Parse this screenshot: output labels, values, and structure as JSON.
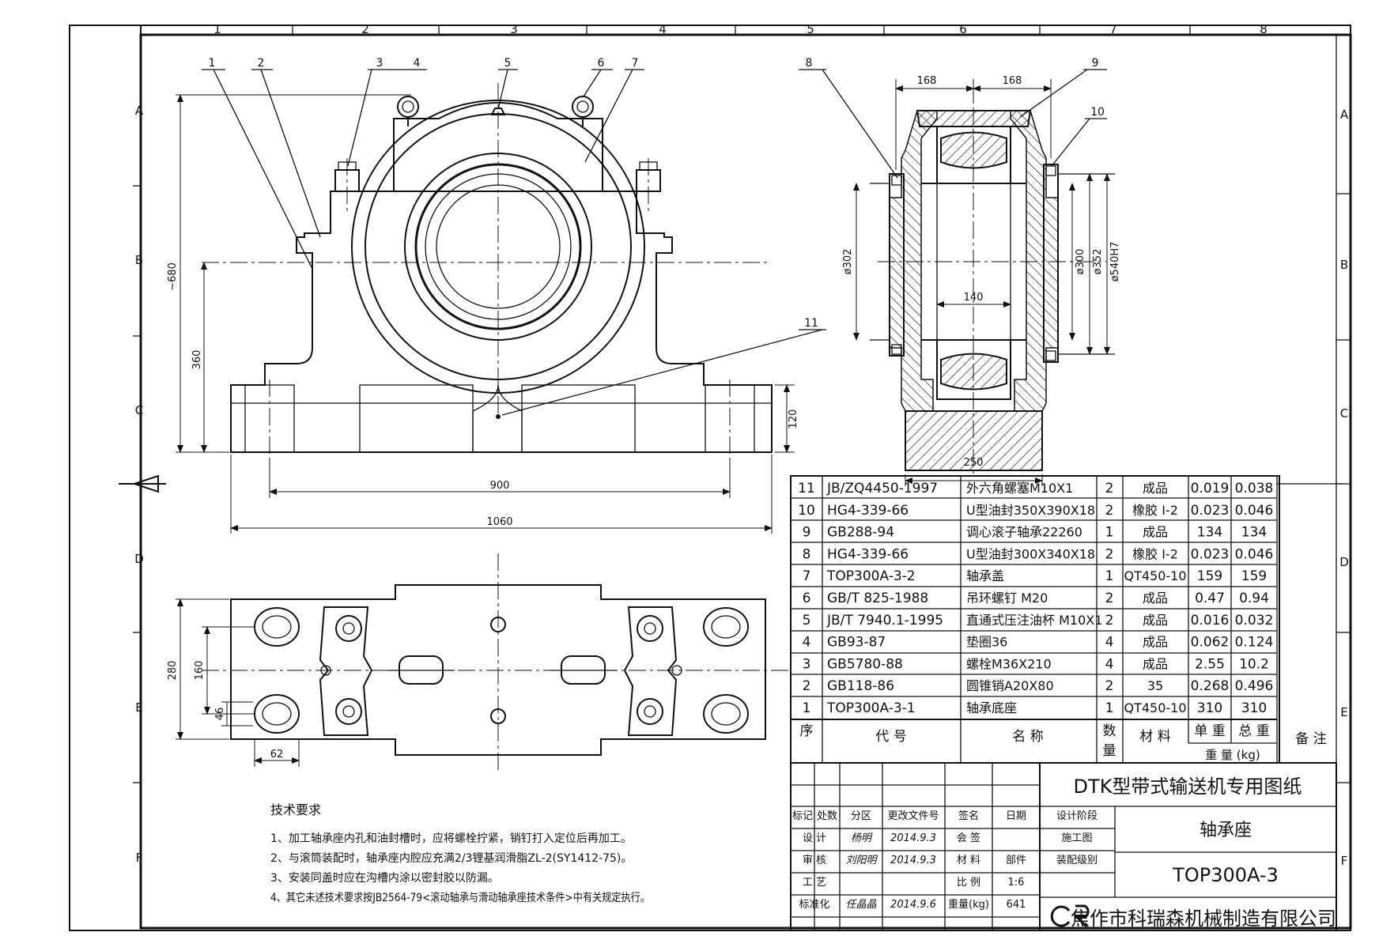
{
  "frame": {
    "columns": [
      "1",
      "2",
      "3",
      "4",
      "5",
      "6",
      "7",
      "8"
    ],
    "rows": [
      "A",
      "B",
      "C",
      "D",
      "E",
      "F"
    ]
  },
  "front_view": {
    "callouts": [
      "1",
      "2",
      "3",
      "4",
      "5",
      "6",
      "7",
      "11"
    ],
    "dims": {
      "height": "~680",
      "h360": "360",
      "h120": "120",
      "w900": "900",
      "w1060": "1060"
    }
  },
  "section_view": {
    "callouts": [
      "8",
      "9",
      "10"
    ],
    "dims": {
      "d168a": "168",
      "d168b": "168",
      "d302": "ø302",
      "d300": "ø300",
      "d352": "ø352",
      "d540": "ø540H7",
      "d140": "140",
      "d250": "250"
    }
  },
  "top_view": {
    "dims": {
      "d280": "280",
      "d160": "160",
      "d46": "46",
      "d62": "62"
    }
  },
  "parts": [
    {
      "no": "11",
      "code": "JB/ZQ4450-1997",
      "name": "外六角螺塞M10X1",
      "qty": "2",
      "material": "成品",
      "unit": "0.019",
      "total": "0.038"
    },
    {
      "no": "10",
      "code": "HG4-339-66",
      "name": "U型油封350X390X18",
      "qty": "2",
      "material": "橡胶 I-2",
      "unit": "0.023",
      "total": "0.046"
    },
    {
      "no": "9",
      "code": "GB288-94",
      "name": "调心滚子轴承22260",
      "qty": "1",
      "material": "成品",
      "unit": "134",
      "total": "134"
    },
    {
      "no": "8",
      "code": "HG4-339-66",
      "name": "U型油封300X340X18",
      "qty": "2",
      "material": "橡胶 I-2",
      "unit": "0.023",
      "total": "0.046"
    },
    {
      "no": "7",
      "code": "TOP300A-3-2",
      "name": "轴承盖",
      "qty": "1",
      "material": "QT450-10",
      "unit": "159",
      "total": "159"
    },
    {
      "no": "6",
      "code": "GB/T 825-1988",
      "name": "吊环螺钉 M20",
      "qty": "2",
      "material": "成品",
      "unit": "0.47",
      "total": "0.94"
    },
    {
      "no": "5",
      "code": "JB/T 7940.1-1995",
      "name": "直通式压注油杯 M10X1",
      "qty": "2",
      "material": "成品",
      "unit": "0.016",
      "total": "0.032"
    },
    {
      "no": "4",
      "code": "GB93-87",
      "name": "垫圈36",
      "qty": "4",
      "material": "成品",
      "unit": "0.062",
      "total": "0.124"
    },
    {
      "no": "3",
      "code": "GB5780-88",
      "name": "螺栓M36X210",
      "qty": "4",
      "material": "成品",
      "unit": "2.55",
      "total": "10.2"
    },
    {
      "no": "2",
      "code": "GB118-86",
      "name": "圆锥销A20X80",
      "qty": "2",
      "material": "35",
      "unit": "0.268",
      "total": "0.496"
    },
    {
      "no": "1",
      "code": "TOP300A-3-1",
      "name": "轴承底座",
      "qty": "1",
      "material": "QT450-10",
      "unit": "310",
      "total": "310"
    }
  ],
  "parts_header": {
    "seq": "序",
    "code": "代 号",
    "name": "名 称",
    "qty1": "数",
    "qty2": "量",
    "material": "材 料",
    "unit_w": "单 重",
    "total_w": "总 重",
    "weight": "重 量 (kg)",
    "remark": "备 注"
  },
  "requirements": {
    "title": "技术要求",
    "items": [
      "1、加工轴承座内孔和油封槽时，应将螺栓拧紧，销钉打入定位后再加工。",
      "2、与滚筒装配时，轴承座内腔应充满2/3锂基润滑脂ZL-2(SY1412-75)。",
      "3、安装同盖时应在沟槽内涂以密封胶以防漏。",
      "4、其它未述技术要求按JB2564-79<滚动轴承与滑动轴承座技术条件>中有关规定执行。"
    ]
  },
  "title_block": {
    "series": "DTK型带式输送机专用图纸",
    "part_name": "轴承座",
    "drawing_no": "TOP300A-3",
    "company": "焦作市科瑞森机械制造有限公司",
    "logo_text": "CRS",
    "h_mark": "标记",
    "h_count": "处数",
    "h_zone": "分区",
    "h_docno": "更改文件号",
    "h_sign": "签名",
    "h_date": "日期",
    "design_stage": "设计阶段",
    "construction": "施工图",
    "assembly": "装配级别",
    "design": "设 计",
    "review": "审 核",
    "craft": "工 艺",
    "standard": "标准化",
    "countersign": "会 签",
    "material": "材 料",
    "part": "部件",
    "scale_label": "比 例",
    "scale": "1:6",
    "weight_label": "重量(kg)",
    "weight": "641",
    "sig1": "杨明",
    "date1": "2014.9.3",
    "sig2": "刘阳明",
    "date2": "2014.9.3",
    "sig3": "任晶晶",
    "date3": "2014.9.6"
  }
}
